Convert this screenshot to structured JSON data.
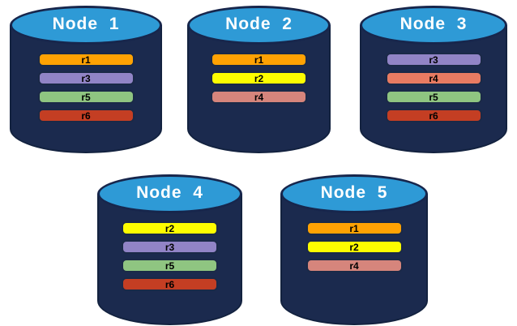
{
  "diagram": {
    "colors": {
      "cylinder_body": "#1b2a4e",
      "cylinder_top": "#2e9ad6",
      "outline": "#17264c",
      "title_text": "#ffffff",
      "bar_text": "#000000"
    },
    "nodes": [
      {
        "label": "Node  1",
        "replicas": [
          {
            "label": "r1",
            "color": "#ffa203"
          },
          {
            "label": "r3",
            "color": "#9184c6"
          },
          {
            "label": "r5",
            "color": "#8fc581"
          },
          {
            "label": "r6",
            "color": "#c43e23"
          }
        ]
      },
      {
        "label": "Node  2",
        "replicas": [
          {
            "label": "r1",
            "color": "#ffa203"
          },
          {
            "label": "r2",
            "color": "#fdfd00"
          },
          {
            "label": "r4",
            "color": "#d6857c"
          }
        ]
      },
      {
        "label": "Node  3",
        "replicas": [
          {
            "label": "r3",
            "color": "#9184c6"
          },
          {
            "label": "r4",
            "color": "#e87b62"
          },
          {
            "label": "r5",
            "color": "#8fc581"
          },
          {
            "label": "r6",
            "color": "#c43e23"
          }
        ]
      },
      {
        "label": "Node  4",
        "replicas": [
          {
            "label": "r2",
            "color": "#fdfd00"
          },
          {
            "label": "r3",
            "color": "#9184c6"
          },
          {
            "label": "r5",
            "color": "#8fc581"
          },
          {
            "label": "r6",
            "color": "#c43e23"
          }
        ]
      },
      {
        "label": "Node  5",
        "replicas": [
          {
            "label": "r1",
            "color": "#ffa203"
          },
          {
            "label": "r2",
            "color": "#fdfd00"
          },
          {
            "label": "r4",
            "color": "#d6857c"
          }
        ]
      }
    ]
  }
}
